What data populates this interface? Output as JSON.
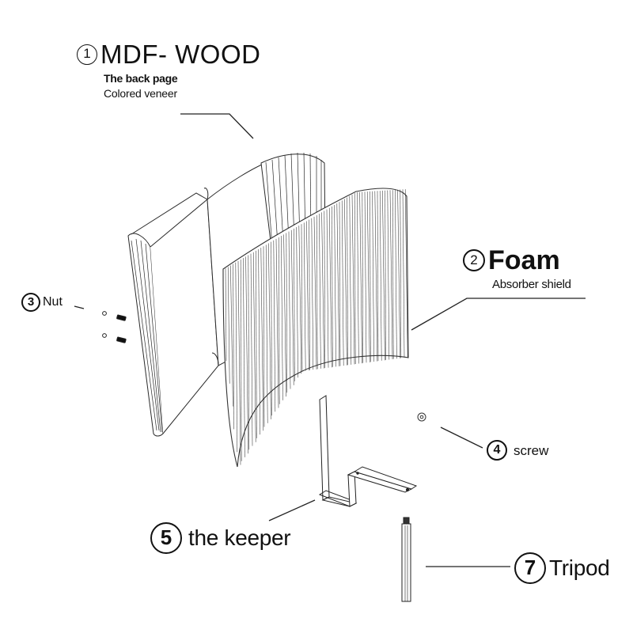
{
  "parts": {
    "mdf": {
      "number": "1",
      "title": "MDF- WOOD",
      "subtitle_bold": "The back page",
      "subtitle": "Colored veneer"
    },
    "foam": {
      "number": "2",
      "title": "Foam",
      "subtitle": "Absorber shield"
    },
    "nut": {
      "number": "3",
      "title": "Nut"
    },
    "screw": {
      "number": "4",
      "title": "screw"
    },
    "keeper": {
      "number": "5",
      "title": "the keeper"
    },
    "tripod": {
      "number": "7",
      "title": "Tripod"
    }
  },
  "colors": {
    "line": "#222222",
    "foam_stroke": "#333333",
    "background": "#ffffff"
  }
}
